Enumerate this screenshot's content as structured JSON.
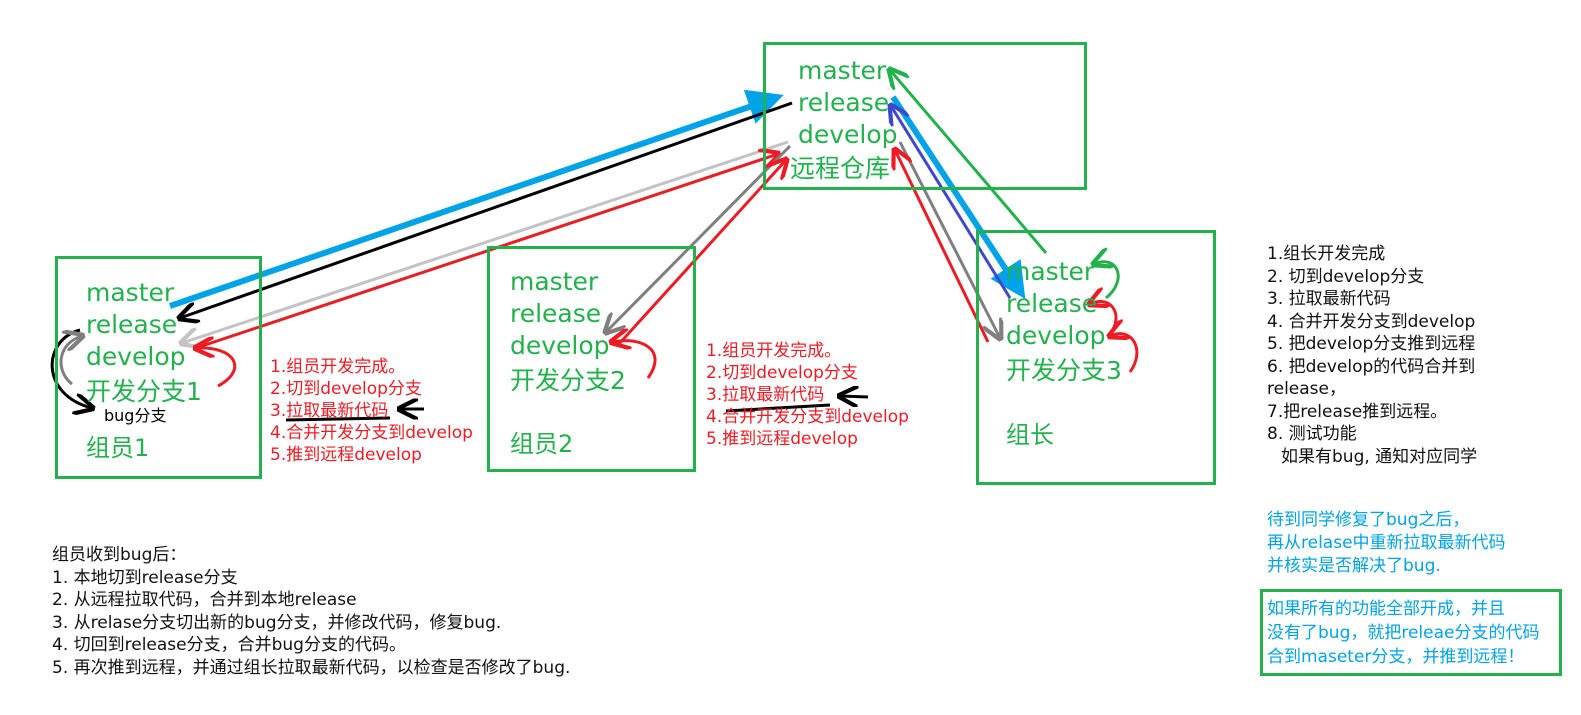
{
  "remote": {
    "branches": [
      "master",
      "release",
      "develop"
    ],
    "title": "远程仓库"
  },
  "member1": {
    "branches": [
      "master",
      "release",
      "develop"
    ],
    "feature": "开发分支1",
    "bug_branch": "bug分支",
    "label": "组员1",
    "steps": [
      "1.组员开发完成。",
      "2.切到develop分支",
      "3.拉取最新代码",
      "4.合并开发分支到develop",
      "5.推到远程develop"
    ]
  },
  "member2": {
    "branches": [
      "master",
      "release",
      "develop"
    ],
    "feature": "开发分支2",
    "label": "组员2",
    "steps": [
      "1.组员开发完成。",
      "2.切到develop分支",
      "3.拉取最新代码",
      "4.合并开发分支到develop",
      "5.推到远程develop"
    ]
  },
  "leader": {
    "branches": [
      "master",
      "release",
      "develop"
    ],
    "feature": "开发分支3",
    "label": "组长",
    "steps": [
      "1.组长开发完成",
      "2. 切到develop分支",
      "3. 拉取最新代码",
      "4. 合并开发分支到develop",
      "5. 把develop分支推到远程",
      "6. 把develop的代码合并到",
      "release，",
      "7.把release推到远程。",
      "8. 测试功能",
      "如果有bug, 通知对应同学"
    ]
  },
  "bug_notes": {
    "heading": "组员收到bug后：",
    "items": [
      "1. 本地切到release分支",
      "2. 从远程拉取代码，合并到本地release",
      "3. 从relase分支切出新的bug分支，并修改代码，修复bug.",
      "4.  切回到release分支，合并bug分支的代码。",
      "5.  再次推到远程，并通过组长拉取最新代码，以检查是否修改了bug."
    ]
  },
  "after_fix_note": [
    "待到同学修复了bug之后，",
    "再从relase中重新拉取最新代码",
    "并核实是否解决了bug."
  ],
  "final_note": [
    "如果所有的功能全部开成，并且",
    "没有了bug，就把releae分支的代码",
    "合到maseter分支，并推到远程！"
  ],
  "colors": {
    "green": "#22b14c",
    "red": "#ed1c24",
    "blue": "#00a2e8",
    "black": "#000000",
    "gray": "#7f7f7f",
    "light_gray": "#c3c3c3",
    "indigo": "#3f48cc"
  }
}
